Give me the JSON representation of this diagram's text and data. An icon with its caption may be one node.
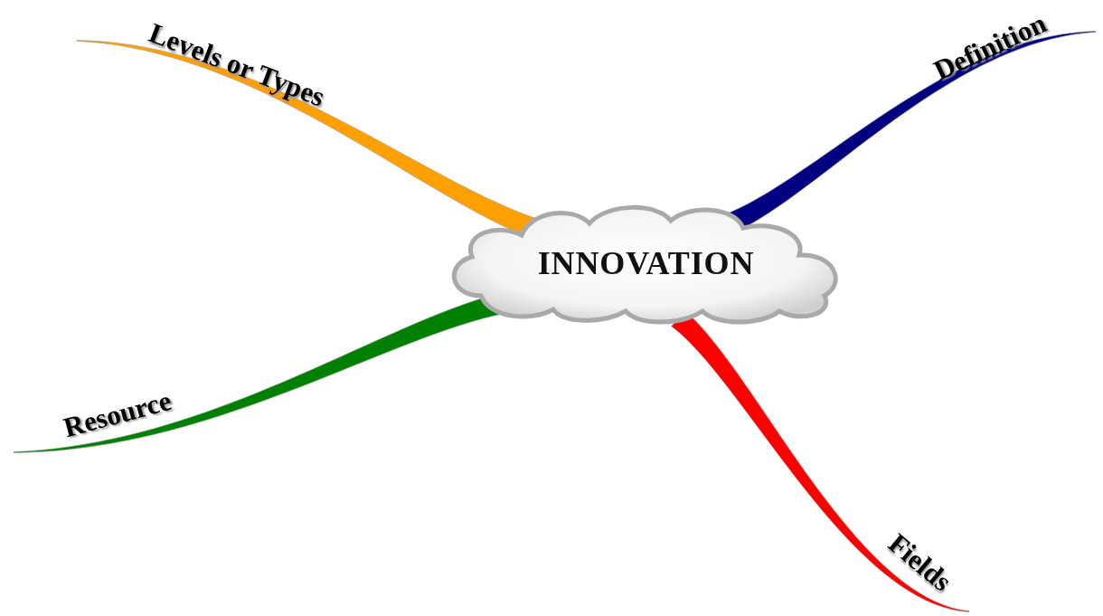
{
  "diagram": {
    "nodes": [
      {
        "text": [
          "INNOVATION"
        ]
      },
      {
        "text": [
          "Levels or Types"
        ]
      },
      {
        "text": [
          "Definition"
        ]
      },
      {
        "text": [
          "Resource"
        ]
      },
      {
        "text": [
          "Fields"
        ]
      }
    ],
    "edges": [
      {
        "from": 0,
        "to": 1,
        "arrow": "none",
        "color": "#ffa000"
      },
      {
        "from": 0,
        "to": 2,
        "arrow": "none",
        "color": "#000080"
      },
      {
        "from": 0,
        "to": 3,
        "arrow": "none",
        "color": "#008000"
      },
      {
        "from": 0,
        "to": 4,
        "arrow": "none",
        "color": "#ff0000"
      }
    ]
  }
}
